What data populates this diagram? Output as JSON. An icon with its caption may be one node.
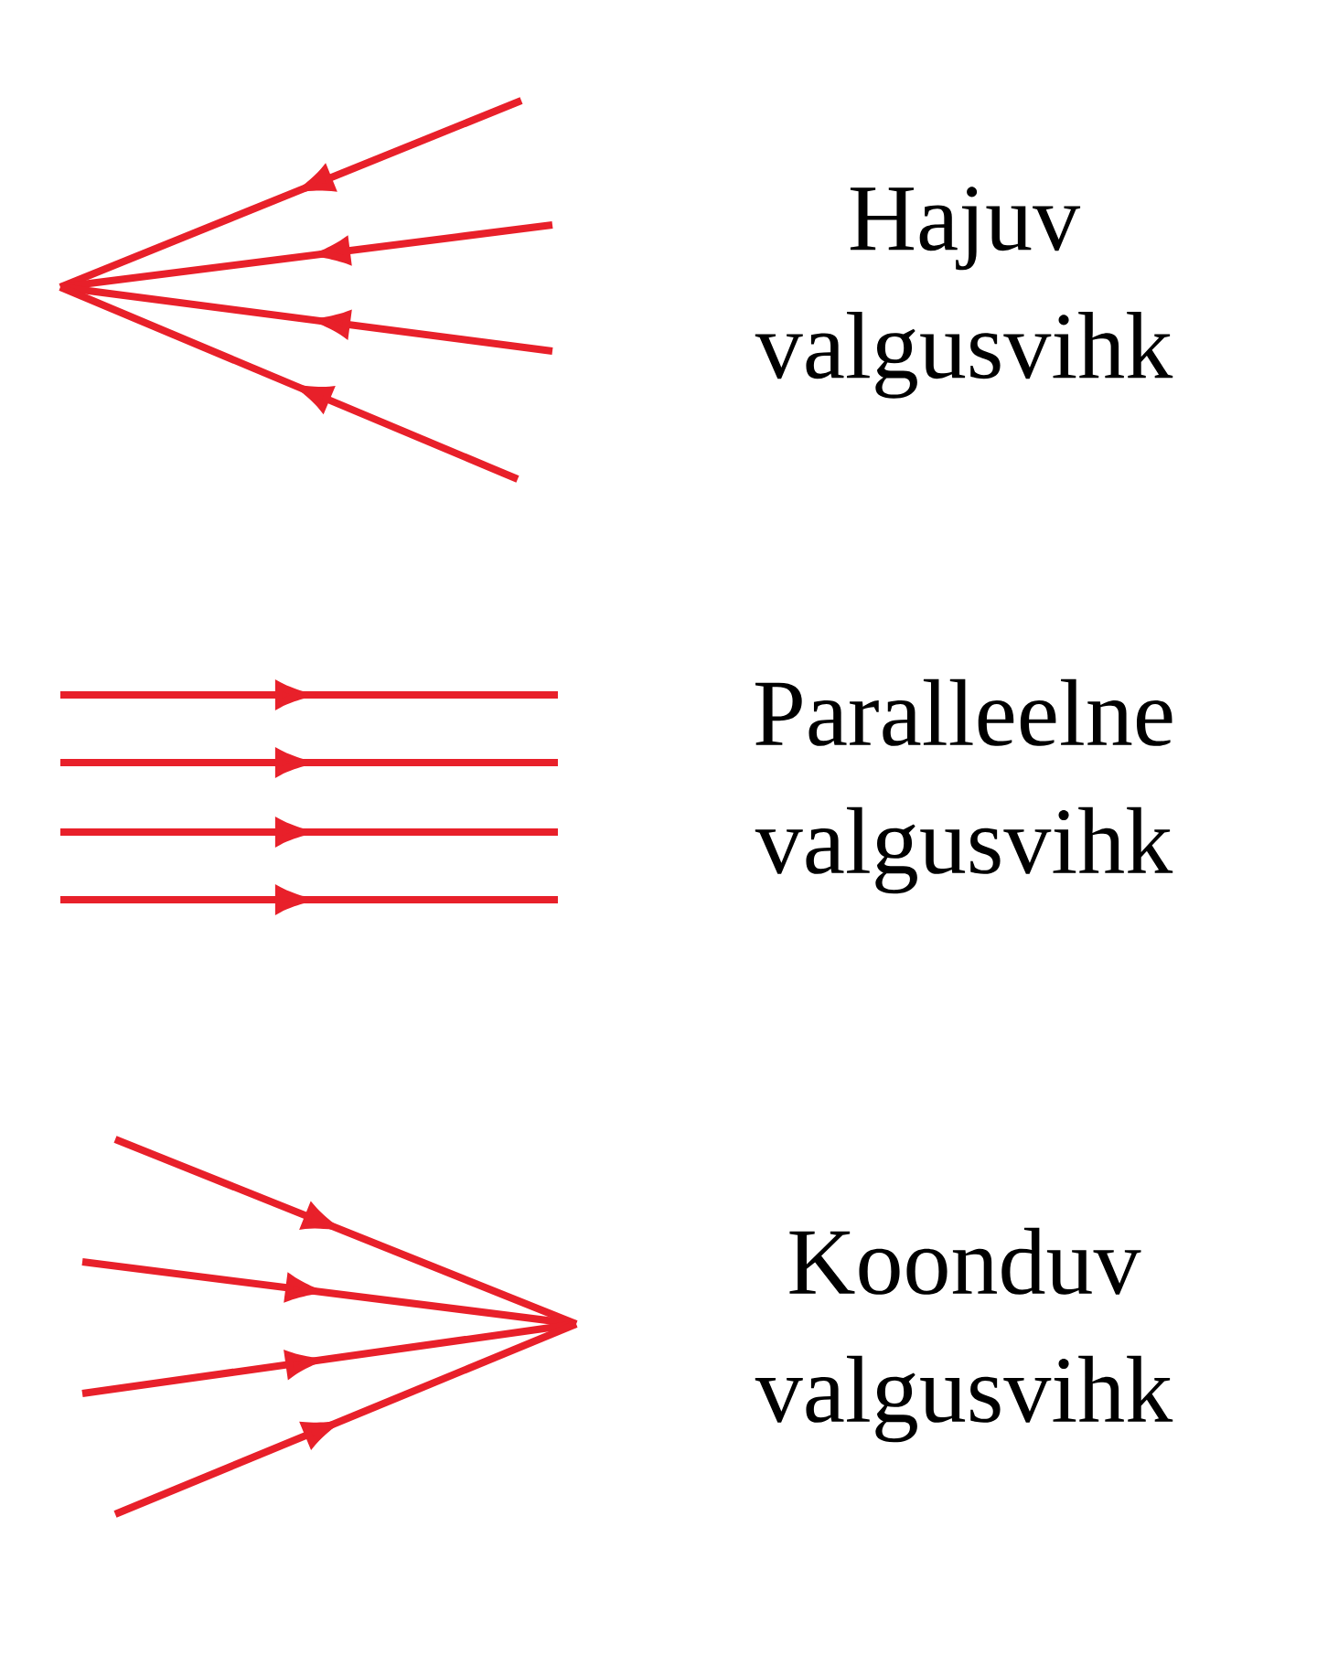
{
  "diagram": {
    "labels": [
      "Hajuv valgusvihk",
      "Paralleelne valgusvihk",
      "Koonduv valgusvihk"
    ]
  }
}
